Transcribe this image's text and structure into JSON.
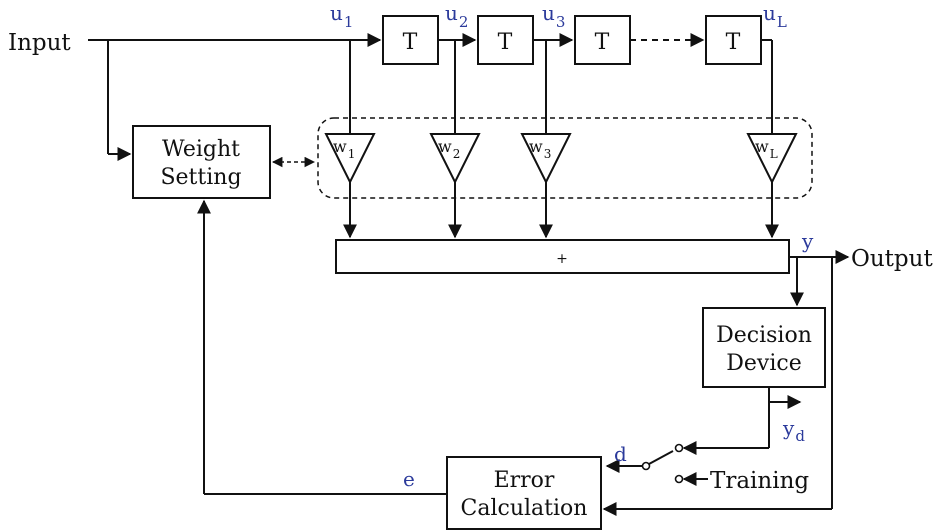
{
  "labels": {
    "input": "Input",
    "output": "Output",
    "weight_setting_line1": "Weight",
    "weight_setting_line2": "Setting",
    "delay": "T",
    "sum": "+",
    "decision_line1": "Decision",
    "decision_line2": "Device",
    "error_line1": "Error",
    "error_line2": "Calculation",
    "training": "Training"
  },
  "signals": {
    "u": "u",
    "w": "w",
    "taps": [
      "1",
      "2",
      "3",
      "L"
    ],
    "y": "y",
    "yd_base": "y",
    "yd_sub": "d",
    "d": "d",
    "e": "e"
  },
  "colors": {
    "signal_label": "#2b3a9b",
    "line": "#111111"
  }
}
